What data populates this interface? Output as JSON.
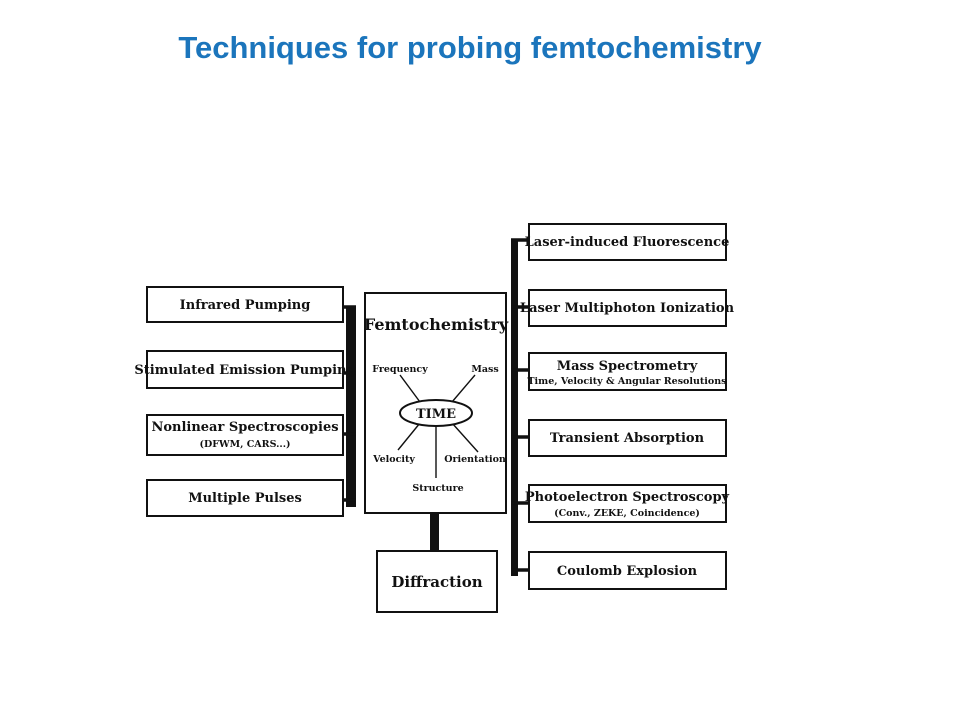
{
  "title": "Techniques for probing femtochemistry",
  "hub": {
    "title": "Femtochemistry",
    "center": "TIME",
    "spokes": {
      "frequency": "Frequency",
      "mass": "Mass",
      "velocity": "Velocity",
      "orientation": "Orientation",
      "structure": "Structure"
    }
  },
  "left": [
    {
      "label": "Infrared Pumping",
      "sub": ""
    },
    {
      "label": "Stimulated Emission Pumping",
      "sub": ""
    },
    {
      "label": "Nonlinear Spectroscopies",
      "sub": "(DFWM, CARS...)"
    },
    {
      "label": "Multiple Pulses",
      "sub": ""
    }
  ],
  "right": [
    {
      "label": "Laser-induced Fluorescence",
      "sub": ""
    },
    {
      "label": "Laser Multiphoton Ionization",
      "sub": ""
    },
    {
      "label": "Mass Spectrometry",
      "sub": "Time, Velocity & Angular Resolutions"
    },
    {
      "label": "Transient Absorption",
      "sub": ""
    },
    {
      "label": "Photoelectron Spectroscopy",
      "sub": "(Conv., ZEKE, Coincidence)"
    },
    {
      "label": "Coulomb Explosion",
      "sub": ""
    }
  ],
  "bottom": {
    "label": "Diffraction"
  }
}
